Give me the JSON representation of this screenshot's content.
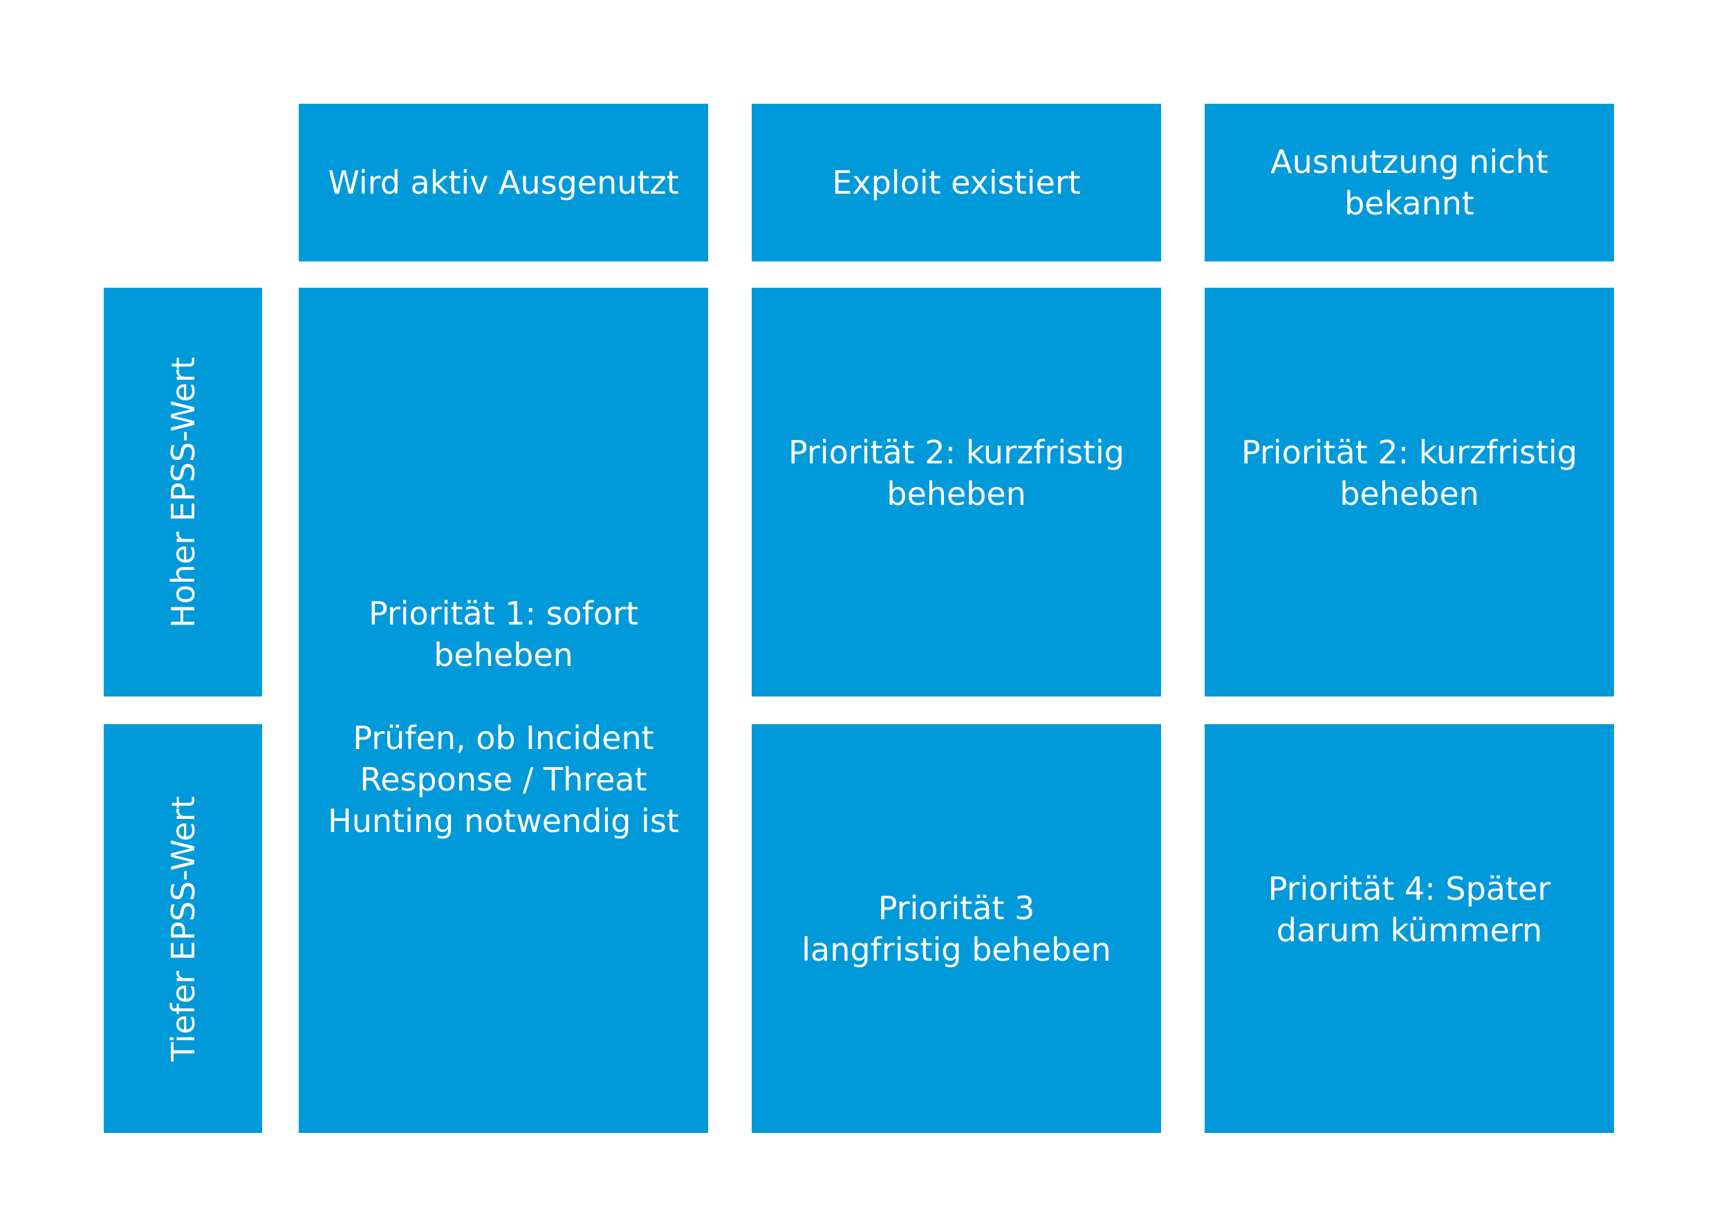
{
  "colors": {
    "box": "#0099d9",
    "text": "#ffffff",
    "background": "#ffffff"
  },
  "columns": [
    {
      "label": "Wird aktiv Ausgenutzt"
    },
    {
      "label": "Exploit existiert"
    },
    {
      "label": "Ausnutzung nicht\nbekannt"
    }
  ],
  "rows": [
    {
      "label": "Hoher EPSS-Wert"
    },
    {
      "label": "Tiefer EPSS-Wert"
    }
  ],
  "cells": {
    "p1": "Priorität 1: sofort\nbeheben\n\nPrüfen, ob Incident\nResponse / Threat\nHunting notwendig ist",
    "p2_exploit": "Priorität 2: kurzfristig\nbeheben",
    "p2_unknown": "Priorität 2: kurzfristig\nbeheben",
    "p3": "Priorität 3\nlangfristig beheben",
    "p4": "Priorität 4: Später\ndarum kümmern"
  }
}
